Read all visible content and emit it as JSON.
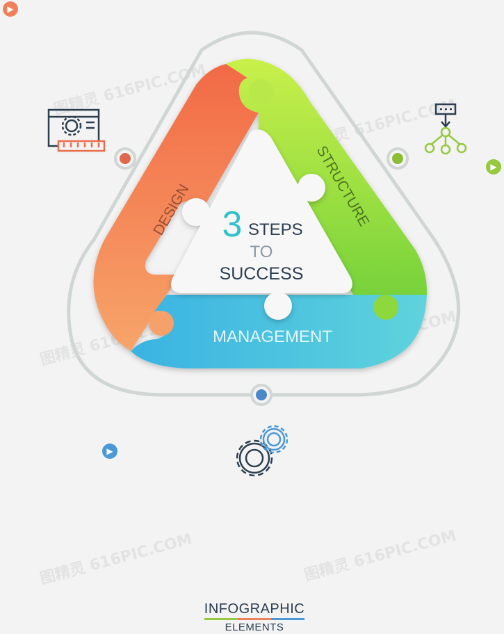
{
  "center": {
    "number": "3",
    "line1": "STEPS",
    "line2": "TO",
    "line3": "SUCCESS"
  },
  "segments": [
    {
      "label": "DESIGN",
      "color": "#f2774e"
    },
    {
      "label": "STRUCTURE",
      "color": "#8ed43a"
    },
    {
      "label": "MANAGEMENT",
      "color": "#3fb6de"
    }
  ],
  "footer": {
    "line1": "INFOGRAPHIC",
    "line2": "ELEMENTS"
  },
  "watermark": "图精灵 616PIC.COM",
  "colors": {
    "orange": "#f0805a",
    "green": "#96c93d",
    "blue": "#4a98d8",
    "ring": "#cfd6d4",
    "dark": "#2c3e50",
    "teal": "#3cc7cf"
  },
  "icons": [
    "settings-document-icon",
    "hierarchy-icon",
    "gears-icon",
    "arrow-right-icon"
  ]
}
